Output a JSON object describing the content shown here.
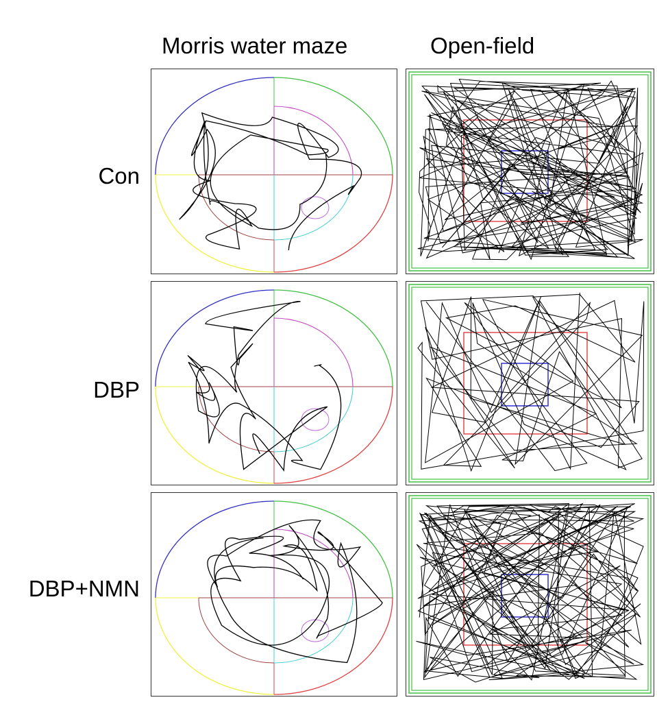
{
  "columns": [
    {
      "label": "Morris water maze"
    },
    {
      "label": "Open-field"
    }
  ],
  "rows": [
    {
      "label": "Con"
    },
    {
      "label": "DBP"
    },
    {
      "label": "DBP+NMN"
    }
  ],
  "colors": {
    "quadrant_nw": "#3030c0",
    "quadrant_ne": "#40c040",
    "quadrant_sw": "#f0f040",
    "quadrant_se": "#e04040",
    "inner_top": "#c040c0",
    "inner_right": "#40d0d0",
    "inner_bottom": "#a04040",
    "platform": "#c070e0",
    "of_outer": "#40c040",
    "of_center": "#e03030",
    "of_inner": "#3030d0",
    "track": "#000000"
  }
}
